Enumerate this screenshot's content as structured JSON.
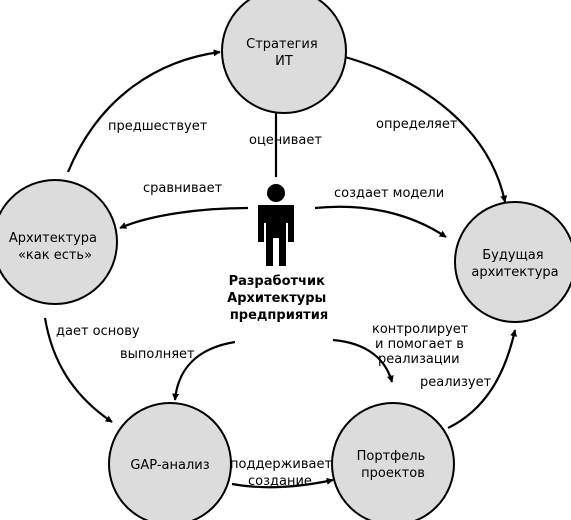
{
  "colors": {
    "node_fill": "#dcdcdc",
    "stroke": "#000000",
    "background": "#ffffff"
  },
  "center": {
    "icon": "person-icon",
    "label": [
      "Разработчик",
      "Архитектуры",
      "предприятия"
    ]
  },
  "nodes": {
    "it_strategy": [
      "Стратегия",
      "ИТ"
    ],
    "as_is": [
      "Архитектура",
      "«как есть»"
    ],
    "future": [
      "Будущая",
      "архитектура"
    ],
    "gap": [
      "GAP-анализ"
    ],
    "portfolio": [
      "Портфель",
      "проектов"
    ]
  },
  "edges": {
    "precedes": [
      "предшествует"
    ],
    "defines": [
      "определяет"
    ],
    "evaluates": [
      "оценивает"
    ],
    "compares": [
      "сравнивает"
    ],
    "models": [
      "создает модели"
    ],
    "basis": [
      "дает основу"
    ],
    "performs": [
      "выполняет"
    ],
    "controls": [
      "контролирует",
      "и помогает в",
      "реализации"
    ],
    "implements": [
      "реализует"
    ],
    "supports": [
      "поддерживает",
      "создание"
    ]
  }
}
